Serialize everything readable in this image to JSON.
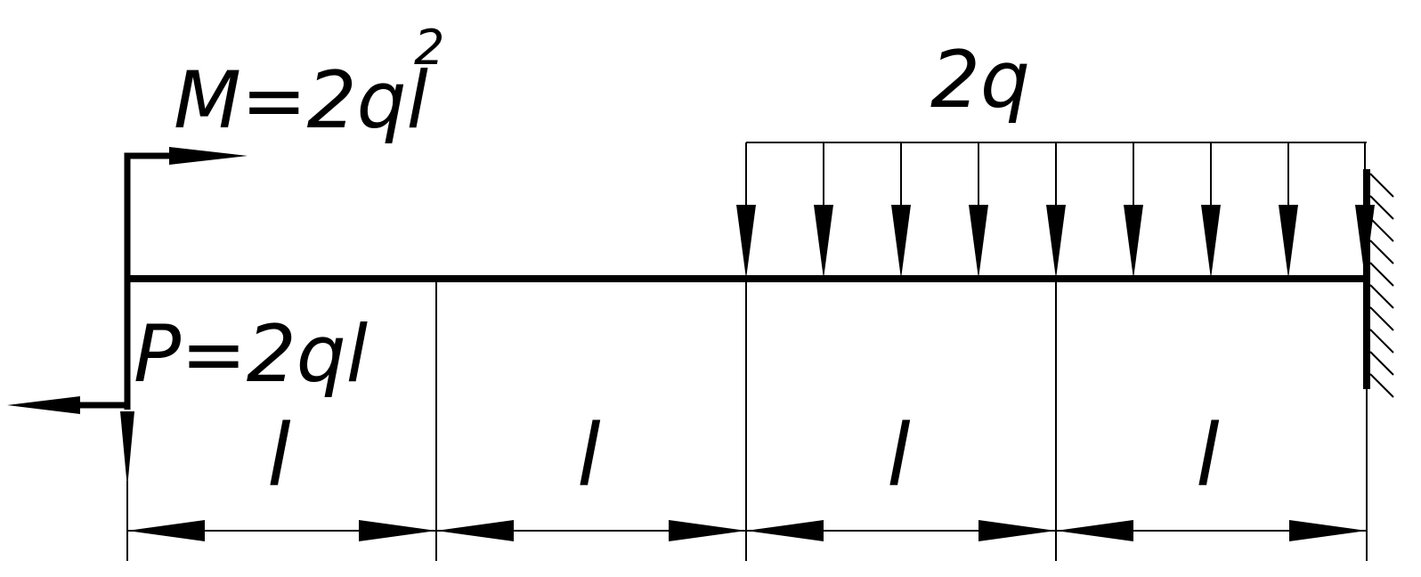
{
  "moment_label": "M=2ql",
  "moment_exponent": "2",
  "force_label": "P=2ql",
  "load_label": "2q",
  "span_labels": [
    "l",
    "l",
    "l",
    "l"
  ],
  "colors": {
    "ink": "#000000",
    "background": "#ffffff"
  }
}
